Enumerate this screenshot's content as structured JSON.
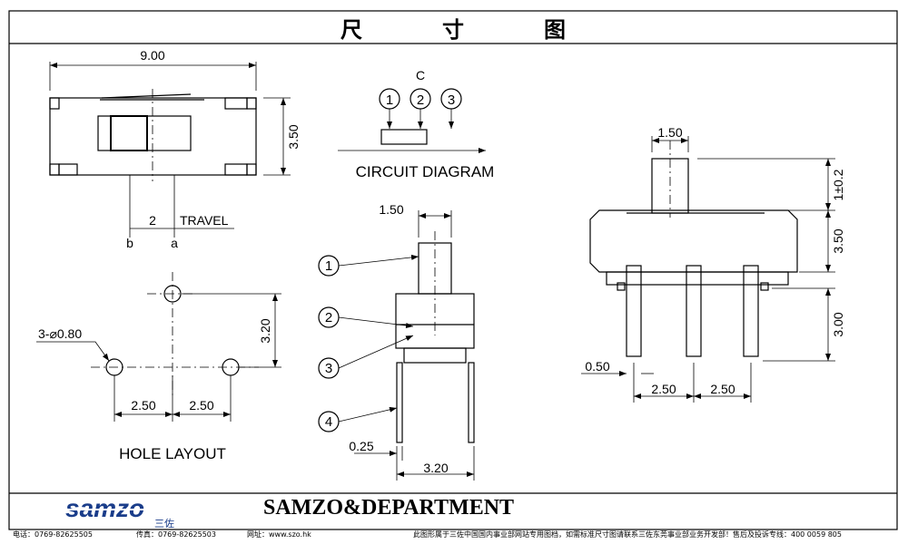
{
  "header": {
    "title": "尺寸图"
  },
  "top_view": {
    "dim_width": "9.00",
    "dim_height": "3.50",
    "dim_travel": "2",
    "travel_label": "TRAVEL",
    "pos_b": "b",
    "pos_a": "a"
  },
  "circuit": {
    "common_label": "C",
    "pins": [
      "1",
      "2",
      "3"
    ],
    "caption": "CIRCUIT DIAGRAM"
  },
  "hole_layout": {
    "dim_hole": "3-⌀0.80",
    "dim_vertical": "3.20",
    "dim_left": "2.50",
    "dim_right": "2.50",
    "caption": "HOLE LAYOUT"
  },
  "side_view": {
    "dim_top": "1.50",
    "callouts": [
      "1",
      "2",
      "3",
      "4"
    ],
    "dim_pin": "0.25",
    "dim_bottom": "3.20"
  },
  "front_view": {
    "dim_top": "1.50",
    "dim_actuator": "1±0.2",
    "dim_body": "3.50",
    "dim_pins": "3.00",
    "dim_pin_width": "0.50",
    "dim_left": "2.50",
    "dim_right": "2.50"
  },
  "footer": {
    "logo_text": "samzo",
    "logo_sub": "三佐",
    "brand": "SAMZO&DEPARTMENT",
    "phone": "电话：0769-82625505",
    "fax": "传真：0769-82625503",
    "website": "网址：www.szo.hk",
    "notice": "此图形属于三佐中国国内事业部网站专用图档，如需标准尺寸图请联系三佐东莞事业部业务开发部！售后及投诉专线：400 0059 805"
  }
}
